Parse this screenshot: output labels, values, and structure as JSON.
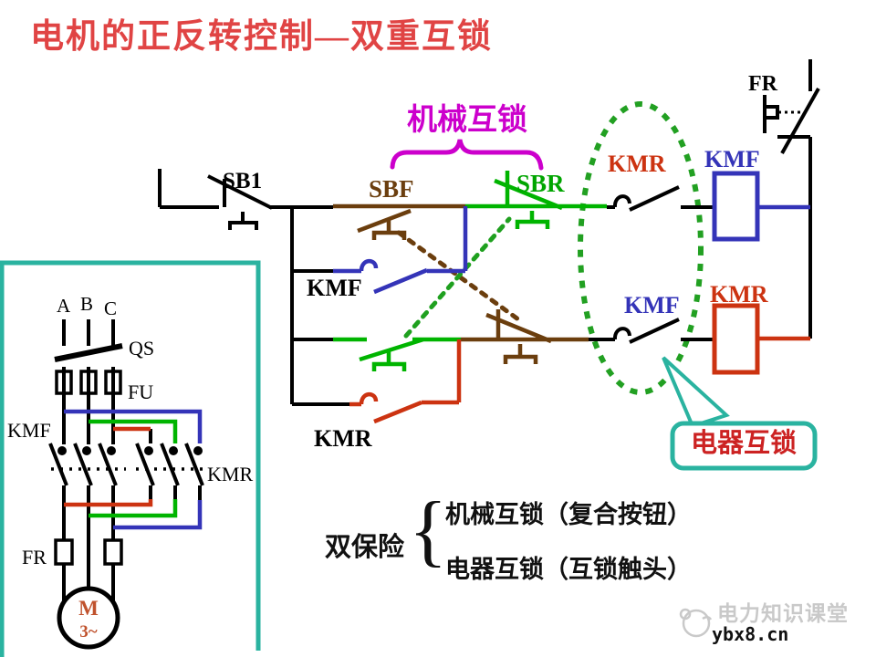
{
  "title": "电机的正反转控制—双重互锁",
  "control": {
    "stop_button": "SB1",
    "forward_button": "SBF",
    "reverse_button": "SBR",
    "forward_contactor": "KMF",
    "reverse_contactor": "KMR",
    "thermal_relay": "FR",
    "mechanical_interlock_label": "机械互锁",
    "electrical_interlock_label": "电器互锁"
  },
  "legend": {
    "prefix": "双保险",
    "brace": "{",
    "item1": "机械互锁（复合按钮）",
    "item2": "电器互锁（互锁触头）"
  },
  "power": {
    "phase_a": "A",
    "phase_b": "B",
    "phase_c": "C",
    "switch": "QS",
    "fuse": "FU",
    "forward_contactor": "KMF",
    "reverse_contactor": "KMR",
    "thermal_relay": "FR",
    "motor": "M",
    "motor_phases": "3~"
  },
  "watermark": {
    "name": "电力知识课堂",
    "site": "ybx8.cn"
  },
  "colors": {
    "title_red": "#e04444",
    "magenta": "#cc00cc",
    "brown": "#6b3e0e",
    "green": "#00b400",
    "dotted_green": "#1fa01f",
    "blue": "#3434b8",
    "red_orange": "#cc3311",
    "teal": "#2ab3a0",
    "watermark_gray": "#c9c9c9"
  }
}
